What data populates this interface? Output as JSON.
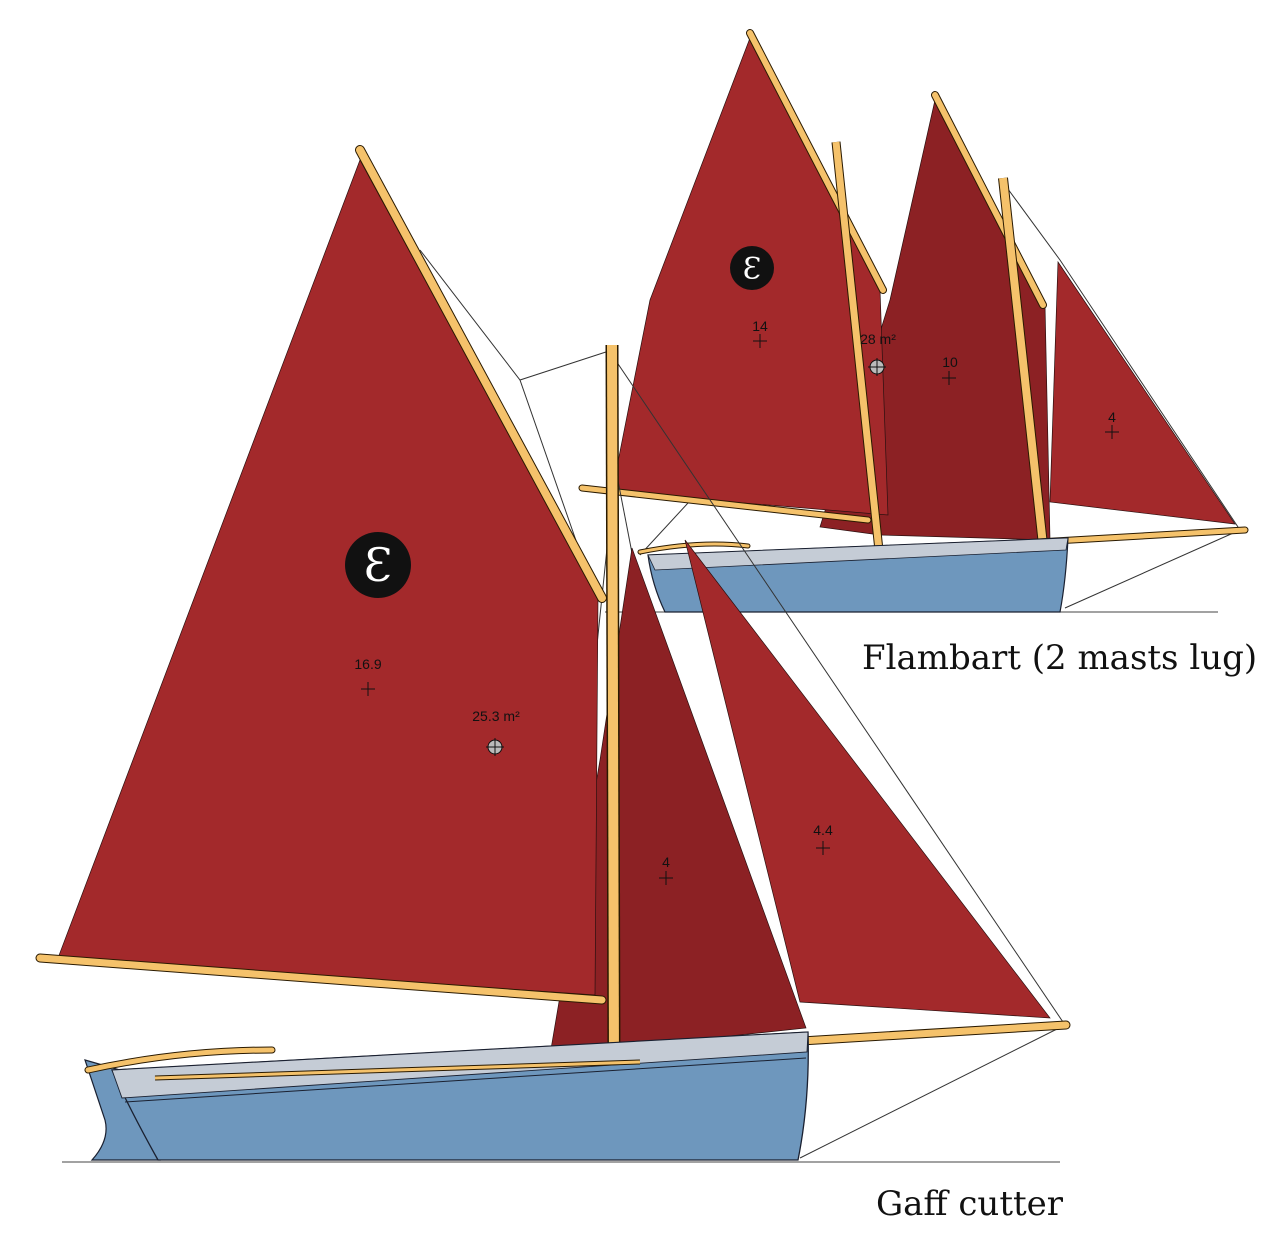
{
  "flambart": {
    "caption": "Flambart (2 masts lug)",
    "logo_letter": "Ɛ",
    "total_area": "28 m²",
    "sail_areas": {
      "main": "14",
      "mizzen": "10",
      "jib": "4"
    }
  },
  "cutter": {
    "caption": "Gaff cutter",
    "logo_letter": "Ɛ",
    "total_area": "25.3 m²",
    "sail_areas": {
      "main": "16.9",
      "staysail": "4",
      "jib": "4.4"
    }
  },
  "colors": {
    "sail_red": "#a3292b",
    "sail_dark": "#8c2124",
    "spar": "#f5c26b",
    "hull": "#6e97bd",
    "sheer": "#c5ccd6"
  }
}
